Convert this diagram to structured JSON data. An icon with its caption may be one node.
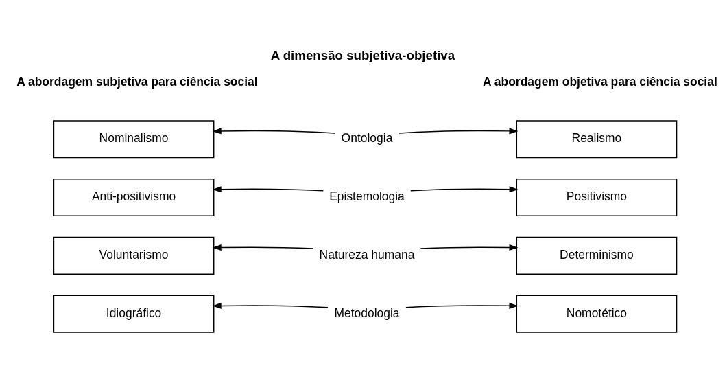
{
  "diagram": {
    "title": "A dimensão subjetiva-objetiva",
    "nodes": [
      {
        "text": [
          "Nominalismo"
        ]
      },
      {
        "text": [
          "Ontologia"
        ]
      },
      {
        "text": [
          "Realismo"
        ]
      },
      {
        "text": [
          "Anti-positivismo"
        ]
      },
      {
        "text": [
          "Epistemologia"
        ]
      },
      {
        "text": [
          "Positivismo"
        ]
      },
      {
        "text": [
          "Voluntarismo"
        ]
      },
      {
        "text": [
          "Natureza humana"
        ]
      },
      {
        "text": [
          "Determinismo"
        ]
      },
      {
        "text": [
          "Idiográfico"
        ]
      },
      {
        "text": [
          "Metodologia"
        ]
      },
      {
        "text": [
          "Nomotético"
        ]
      }
    ],
    "edges": [
      {
        "from": 1,
        "to": 0,
        "arrow": "to"
      },
      {
        "from": 1,
        "to": 2,
        "arrow": "to"
      },
      {
        "from": 4,
        "to": 3,
        "arrow": "to"
      },
      {
        "from": 4,
        "to": 5,
        "arrow": "to"
      },
      {
        "from": 7,
        "to": 6,
        "arrow": "to"
      },
      {
        "from": 7,
        "to": 8,
        "arrow": "to"
      },
      {
        "from": 10,
        "to": 9,
        "arrow": "to"
      },
      {
        "from": 10,
        "to": 11,
        "arrow": "to"
      }
    ],
    "labels": [
      "A abordagem subjetiva para ciência social",
      "A abordagem objetiva para ciência social"
    ]
  }
}
